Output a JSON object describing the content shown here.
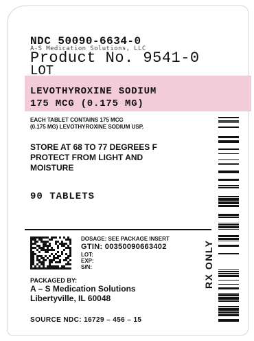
{
  "label": {
    "ndc": "NDC 50090-6634-0",
    "company_small": "A-S Medication Solutions, LLC",
    "product_no": "Product No. 9541-0",
    "lot": "LOT",
    "drug_name": "LEVOTHYROXINE SODIUM",
    "drug_strength": "175 MCG (0.175 MG)",
    "contains_line1": "EACH TABLET CONTAINS 175 MCG",
    "contains_line2": "(0.175 MG) LEVOTHYROXINE SODIUM USP.",
    "storage_line1": "STORE AT 68 TO 77 DEGREES F",
    "storage_line2": "PROTECT FROM LIGHT AND",
    "storage_line3": "MOISTURE",
    "count": "90 TABLETS",
    "dosage": "DOSAGE: SEE PACKAGE INSERT",
    "gtin": "GTIN: 00350090663402",
    "lot_field": "LOT:",
    "exp_field": "EXP:",
    "sn_field": "S/N:",
    "packaged_by": "PACKAGED BY:",
    "pkg_company": "A – S Medication Solutions",
    "pkg_address": "Libertyville, IL 60048",
    "source_ndc": "SOURCE NDC: 16729 – 456 – 15",
    "rx_only": "RX ONLY"
  },
  "colors": {
    "band": "#f2ccd8",
    "ink": "#111111"
  },
  "icons": {
    "datamatrix": "datamatrix-2d-barcode",
    "linear_barcode": "linear-barcode"
  }
}
